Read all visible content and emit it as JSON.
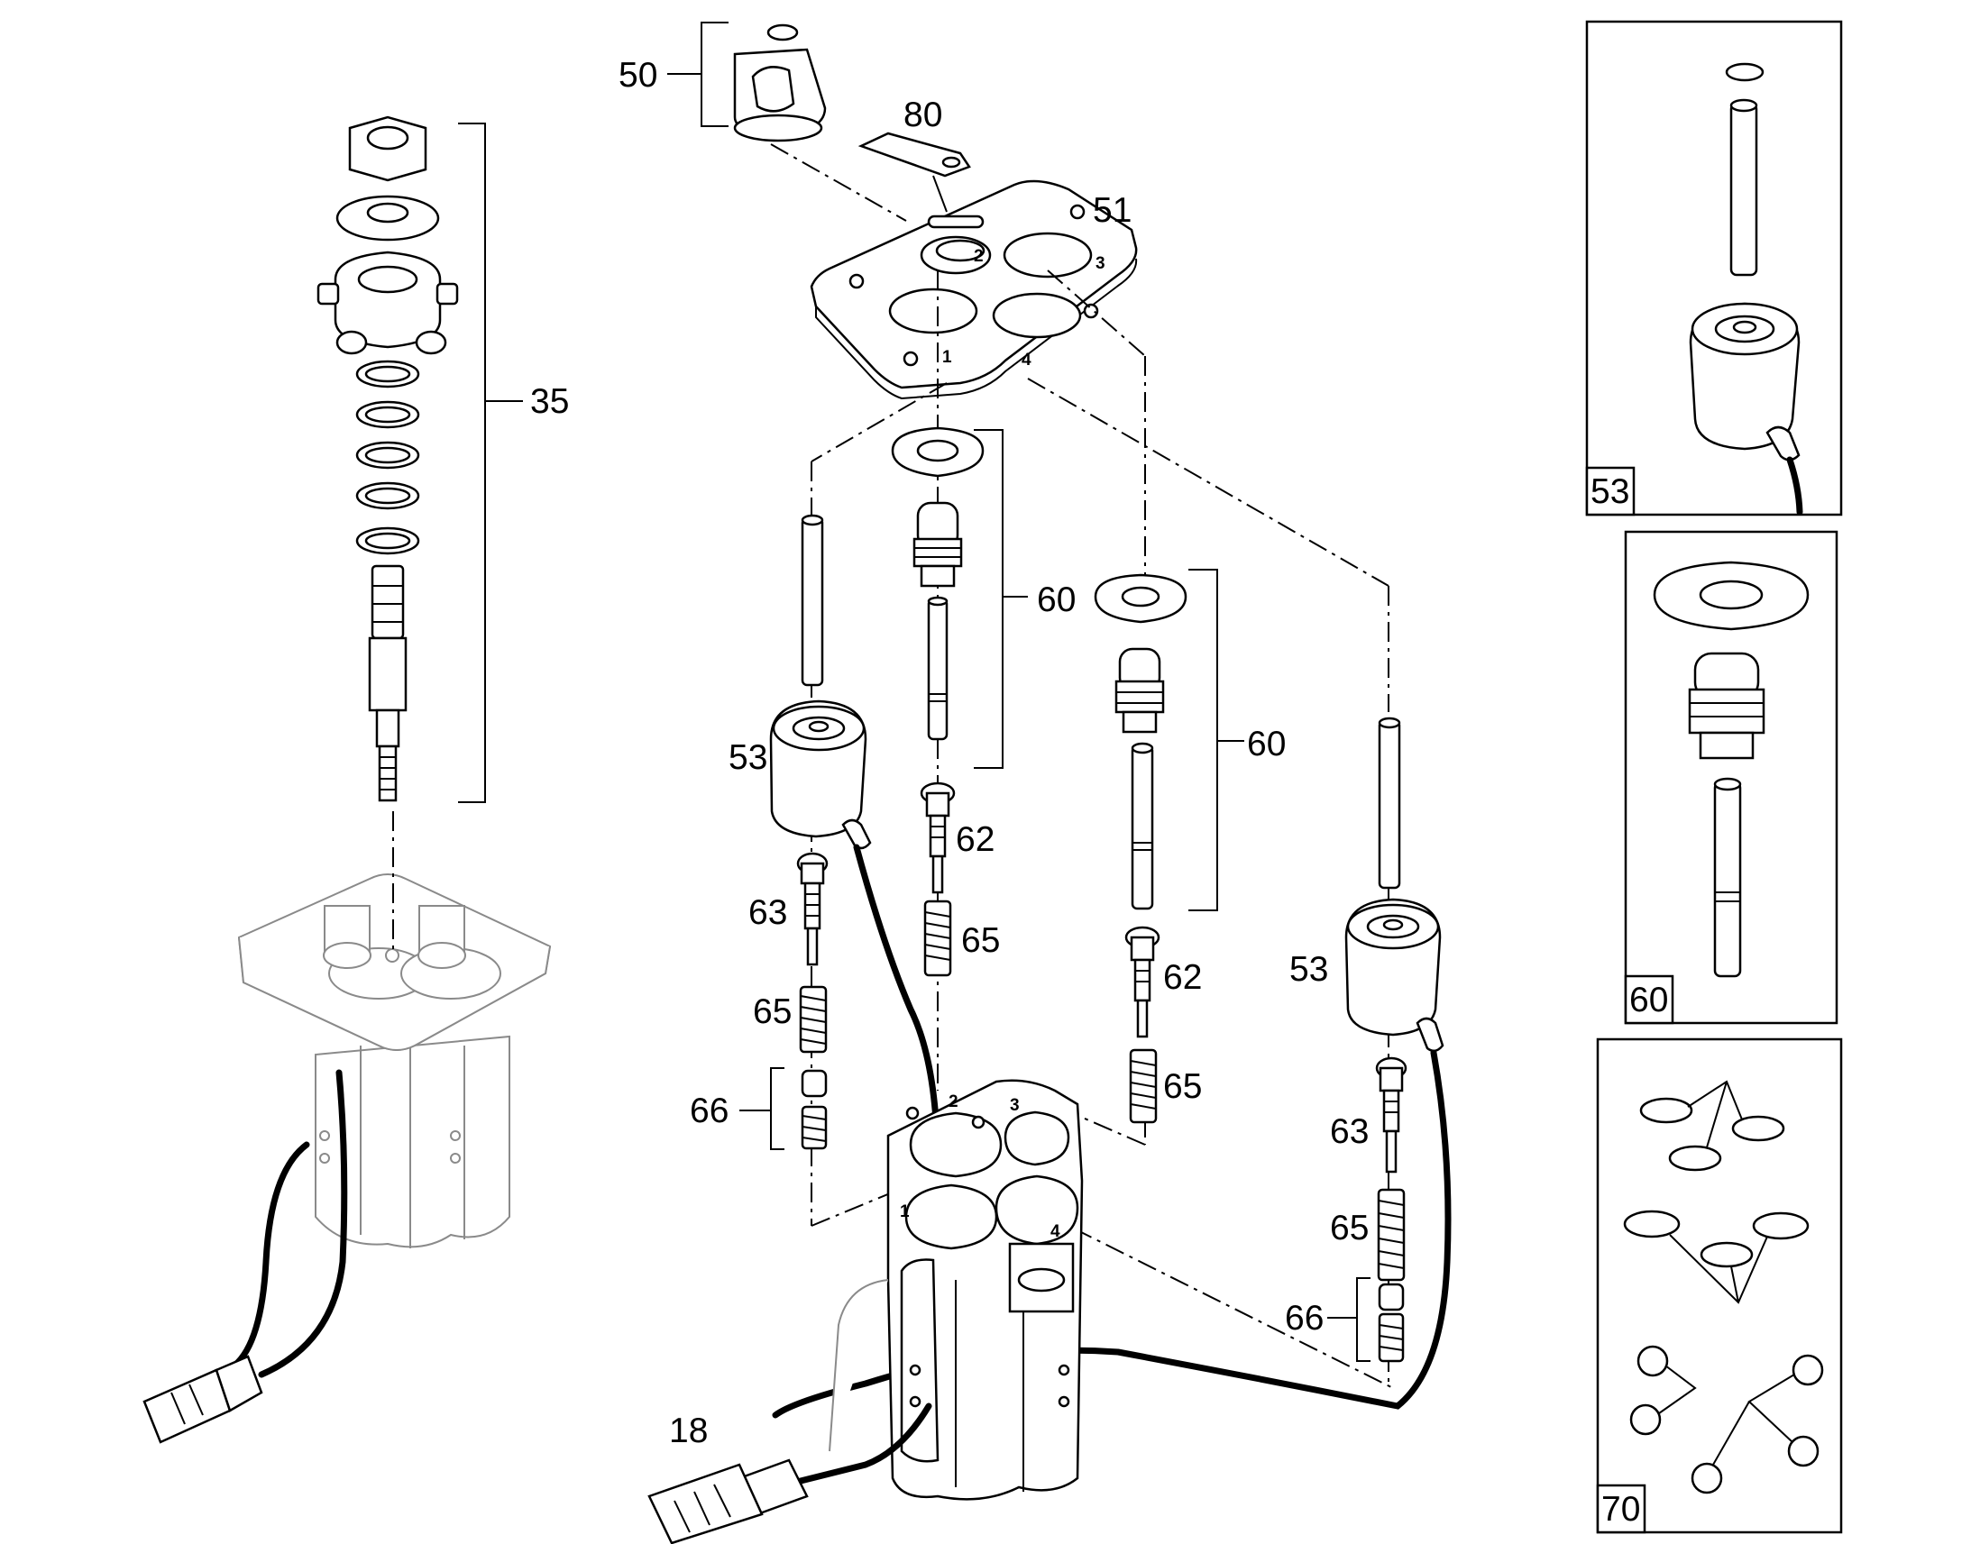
{
  "callouts": {
    "c18": "18",
    "c35": "35",
    "c50": "50",
    "c51": "51",
    "c53a": "53",
    "c53b": "53",
    "c60a": "60",
    "c60b": "60",
    "c62a": "62",
    "c62b": "62",
    "c63a": "63",
    "c63b": "63",
    "c65a": "65",
    "c65b": "65",
    "c65c": "65",
    "c65d": "65",
    "c66a": "66",
    "c66b": "66",
    "c80": "80"
  },
  "ports": {
    "plate": [
      "1",
      "2",
      "3",
      "4"
    ],
    "body": [
      "1",
      "2",
      "3",
      "4"
    ]
  },
  "insets": [
    {
      "label": "53"
    },
    {
      "label": "60"
    },
    {
      "label": "70"
    }
  ],
  "colors": {
    "line": "#000000",
    "faint_assembly": "#8a8a8a",
    "background": "#ffffff"
  }
}
